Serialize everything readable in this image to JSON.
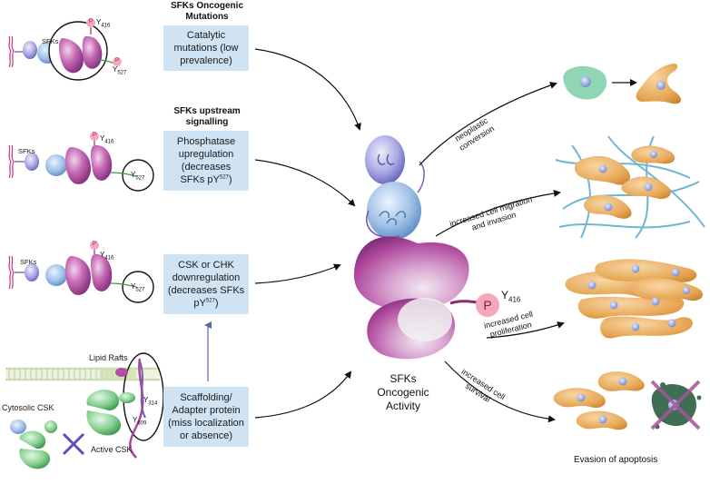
{
  "headings": {
    "mutations": [
      "SFKs Oncogenic",
      "Mutations"
    ],
    "upstream": [
      "SFKs upstream",
      "signalling"
    ]
  },
  "boxes": {
    "catalytic": [
      "Catalytic",
      "mutations (low",
      "prevalence)"
    ],
    "phosphatase": [
      "Phosphatase",
      "upregulation",
      "(decreases",
      "SFKs pY"
    ],
    "phosphatase_sup": "527",
    "phosphatase_close": ")",
    "csk": [
      "CSK or CHK",
      "downregulation",
      "(decreases SFKs",
      "pY"
    ],
    "csk_sup": "527",
    "csk_close": ")",
    "scaffold": [
      "Scaffolding/",
      "Adapter protein",
      "(miss localization",
      "or absence)"
    ]
  },
  "molecule_labels": {
    "sfks": "SFKs",
    "phospho": "P",
    "y416": "Y",
    "y416_sub": "416",
    "y527": "Y",
    "y527_sub": "527"
  },
  "membrane": {
    "lipid_rafts": "Lipid Rafts",
    "cytosolic_csk": "Cytosolic CSK",
    "active_csk": "Active CSK",
    "y314": "Y",
    "y314_sub": "314",
    "y609": "Y",
    "y609_sub": "609"
  },
  "center": {
    "label": [
      "SFKs",
      "Oncogenic",
      "Activity"
    ],
    "phospho": "P",
    "y416": "Y",
    "y416_sub": "416"
  },
  "outcomes": {
    "neoplastic": [
      "neoplastic",
      "conversion"
    ],
    "migration": [
      "increased cell migration",
      "and invasion"
    ],
    "proliferation": [
      "increased cell",
      "proliferation"
    ],
    "survival": [
      "increased cell",
      "survival"
    ]
  },
  "caption": "Evasion of apoptosis",
  "colors": {
    "box_fill": "#cfe3f2",
    "kinase_magenta": "#b04a9e",
    "sh_blue": "#7fa9d8",
    "sh_lavender": "#8f8fd8",
    "csk_green": "#6fbf7a",
    "phospho_pink": "#f4a7bd",
    "cell_orange": "#e7a95a",
    "cell_green": "#8fd6b5",
    "fiber_blue": "#6fb6d2",
    "cross_purple": "#a3549a"
  }
}
